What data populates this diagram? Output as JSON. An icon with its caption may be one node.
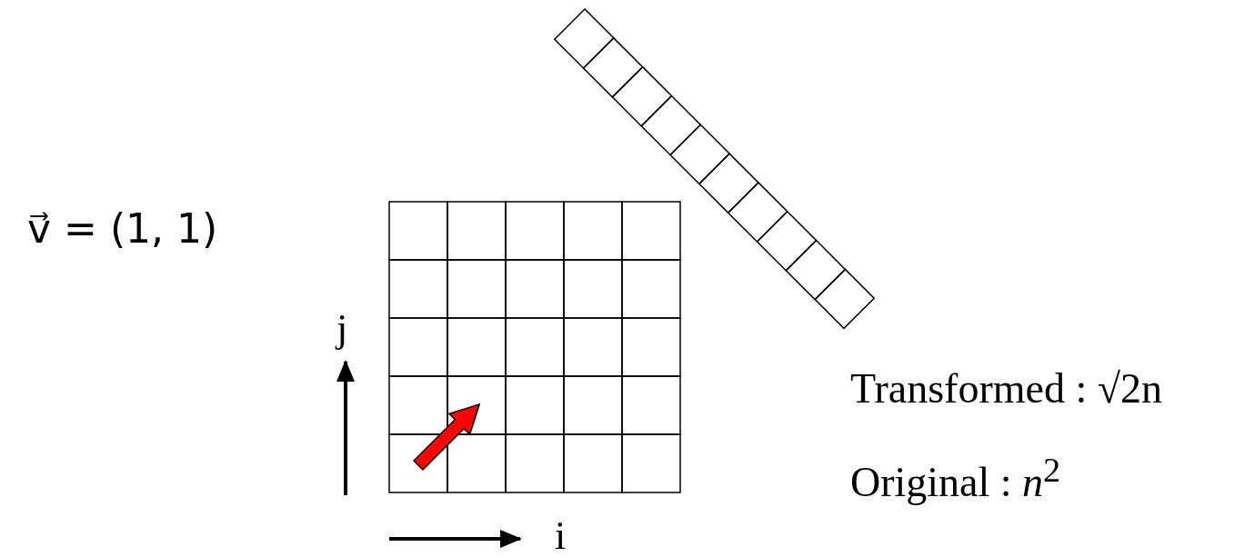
{
  "diagram": {
    "labels": [
      "v⃗ = (1, 1)",
      "j",
      "i",
      "Transformed : √2n",
      "Original : *n*$^{2}$"
    ]
  }
}
